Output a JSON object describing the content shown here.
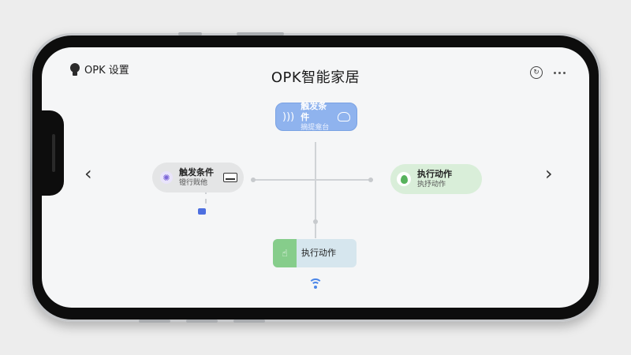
{
  "header": {
    "settings_label": "OPK 设置",
    "title": "OPK智能家居"
  },
  "nodes": {
    "top": {
      "title": "触发条件",
      "subtitle": "摘提龛台"
    },
    "left": {
      "title": "触发条件",
      "subtitle": "镫行戝他"
    },
    "right": {
      "title": "执行动作",
      "subtitle": "执抒动作"
    },
    "bottom": {
      "title": "执行动作"
    }
  },
  "icons": {
    "header_left": "lightbulb-icon",
    "header_sync": "sync-icon",
    "header_more": "more-icon",
    "top_node": [
      "sound-wave-icon",
      "cloud-icon"
    ],
    "left_node": [
      "sparkle-icon",
      "monitor-icon"
    ],
    "right_node": "leaf-icon",
    "bottom_node": "touch-icon",
    "below_left": "camera-icon",
    "below_bottom": "wifi-icon"
  },
  "colors": {
    "top_node_bg": "#8fb3ee",
    "left_node_bg": "#e4e5e6",
    "right_node_bg": "#d9eed9",
    "bottom_node_green": "#86cd8b",
    "bottom_node_bg": "#d6e6ee",
    "accent_blue": "#4b86e8"
  },
  "nav": {
    "prev": "‹",
    "next": "›"
  }
}
